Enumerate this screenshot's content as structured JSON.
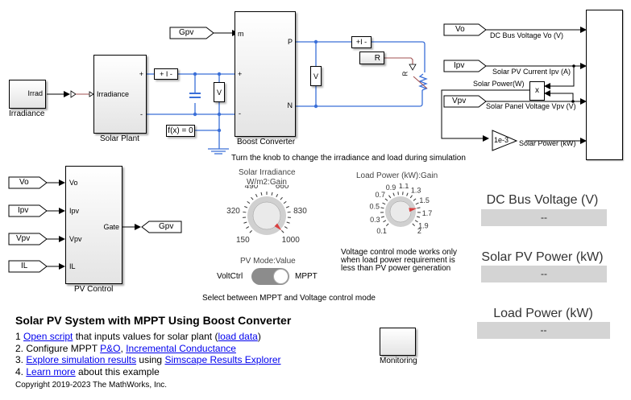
{
  "model": {
    "blocks": {
      "irradiance_source": {
        "name": "Irradiance",
        "port_out": "Irrad"
      },
      "solar_plant": {
        "name": "Solar Plant",
        "port_in": "Irradiance",
        "port_plus": "+",
        "port_minus": "-"
      },
      "boost_converter": {
        "name": "Boost Converter",
        "port_m": "m",
        "port_plus": "+",
        "port_minus": "-",
        "port_p": "P",
        "port_n": "N"
      },
      "pv_control": {
        "name": "PV Control",
        "inputs": [
          "Vo",
          "Ipv",
          "Vpv",
          "IL"
        ],
        "output": "Gate"
      },
      "monitoring": {
        "name": "Monitoring"
      },
      "solver_config": {
        "label": "f(x) = 0"
      },
      "current_sensor_1": {
        "label": "+ I -"
      },
      "current_sensor_2": {
        "label": "+I -"
      },
      "voltage_sensor_1": {
        "label": "V"
      },
      "voltage_sensor_2": {
        "label": "V"
      },
      "resistance_const": {
        "label": "R"
      },
      "var_resistor": {
        "label": "R"
      },
      "product": {
        "label": "x"
      },
      "gain": {
        "label": "1e-3"
      }
    },
    "goto_tags": {
      "gpv_from_top": "Gpv",
      "gpv_goto": "Gpv",
      "vo_from_left": "Vo",
      "ipv_from_left": "Ipv",
      "vpv_from_left": "Vpv",
      "il_from_left": "IL",
      "vo_from_right": "Vo",
      "ipv_from_right": "Ipv",
      "vpv_from_right": "Vpv"
    },
    "signals": {
      "dc_bus": "DC Bus Voltage Vo (V)",
      "pv_current": "Solar PV Current Ipv (A)",
      "solar_power_w": "Solar Power(W)",
      "panel_voltage": "Solar Panel Voltage Vpv (V)",
      "solar_power_kw": "Solar Power (kW)"
    }
  },
  "dashboard": {
    "instruction": "Turn the knob to change the irradiance and load during simulation",
    "irradiance_knob": {
      "title_line1": "Solar Irradiance",
      "title_line2": "W/m2:Gain",
      "ticks": [
        "150",
        "320",
        "490",
        "660",
        "830",
        "1000"
      ],
      "min": 150,
      "max": 1000,
      "value": 1000
    },
    "load_knob": {
      "title": "Load Power (kW):Gain",
      "ticks": [
        "0.1",
        "0.3",
        "0.5",
        "0.7",
        "0.9",
        "1.1",
        "1.3",
        "1.5",
        "1.7",
        "1.9",
        "2"
      ],
      "min": 0.1,
      "max": 2,
      "value": 1.6
    },
    "mode_switch": {
      "title": "PV Mode:Value",
      "left_label": "VoltCtrl",
      "right_label": "MPPT",
      "selected": "MPPT"
    },
    "mode_note": "Select between MPPT and Voltage control mode",
    "voltage_note_lines": [
      "Voltage control mode works only",
      "when load power requirement is",
      "less than PV power generation"
    ],
    "displays": [
      {
        "label": "DC Bus Voltage (V)",
        "value": "--"
      },
      {
        "label": "Solar PV Power (kW)",
        "value": "--"
      },
      {
        "label": "Load Power (kW)",
        "value": "--"
      }
    ]
  },
  "info": {
    "title": "Solar PV System with MPPT Using Boost Converter",
    "steps": [
      {
        "num": "1 ",
        "parts": [
          {
            "t": "Open script",
            "link": true
          },
          {
            "t": " that inputs values for solar plant (",
            "link": false
          },
          {
            "t": "load data",
            "link": true
          },
          {
            "t": ")",
            "link": false
          }
        ]
      },
      {
        "num": "2. ",
        "parts": [
          {
            "t": "Configure MPPT ",
            "link": false
          },
          {
            "t": "P&O",
            "link": true
          },
          {
            "t": ", ",
            "link": false
          },
          {
            "t": "Incremental Conductance",
            "link": true
          }
        ]
      },
      {
        "num": "3. ",
        "parts": [
          {
            "t": "Explore simulation results",
            "link": true
          },
          {
            "t": " using ",
            "link": false
          },
          {
            "t": "Simscape Results Explorer",
            "link": true
          }
        ]
      },
      {
        "num": "4. ",
        "parts": [
          {
            "t": "Learn more",
            "link": true
          },
          {
            "t": " about this example",
            "link": false
          }
        ]
      }
    ],
    "copyright": "Copyright 2019-2023 The MathWorks, Inc."
  },
  "colors": {
    "physical_wire": "#3a6fd8",
    "ps_wire": "#a05050",
    "knob_needle": "#d94040",
    "display_bg": "#d4d4d4",
    "link": "#0000ee"
  }
}
